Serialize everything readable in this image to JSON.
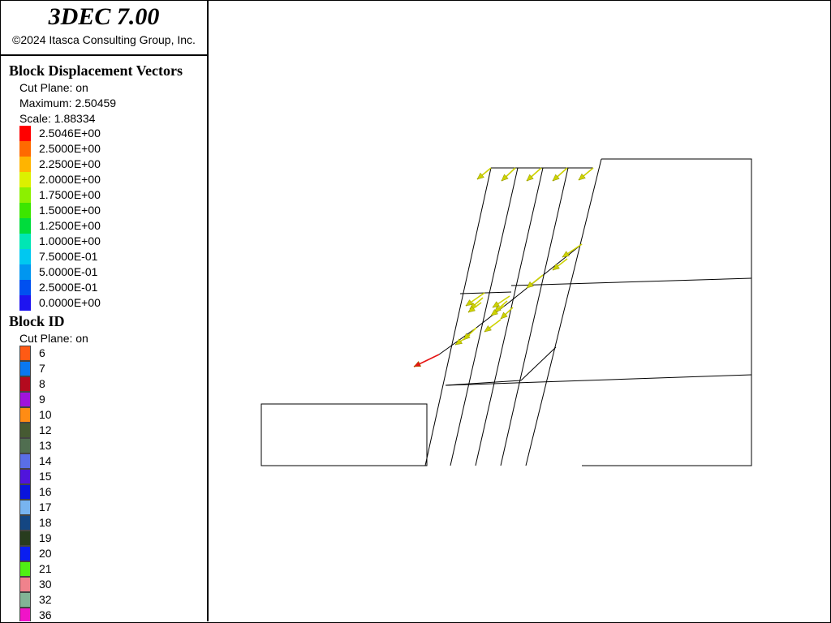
{
  "header": {
    "title": "3DEC 7.00",
    "copyright": "©2024 Itasca Consulting Group, Inc."
  },
  "displacement": {
    "title": "Block Displacement Vectors",
    "cut_plane": "Cut Plane: on",
    "maximum": "Maximum: 2.50459",
    "scale": "Scale: 1.88334",
    "levels": [
      {
        "label": "2.5046E+00",
        "color": "#ff0000"
      },
      {
        "label": "2.5000E+00",
        "color": "#ff6a00"
      },
      {
        "label": "2.2500E+00",
        "color": "#ffb400"
      },
      {
        "label": "2.0000E+00",
        "color": "#dcf000"
      },
      {
        "label": "1.7500E+00",
        "color": "#8cf000"
      },
      {
        "label": "1.5000E+00",
        "color": "#3ce600"
      },
      {
        "label": "1.2500E+00",
        "color": "#00dc3c"
      },
      {
        "label": "1.0000E+00",
        "color": "#00e6b4"
      },
      {
        "label": "7.5000E-01",
        "color": "#00c8f0"
      },
      {
        "label": "5.0000E-01",
        "color": "#0096f0"
      },
      {
        "label": "2.5000E-01",
        "color": "#0050f0"
      },
      {
        "label": "0.0000E+00",
        "color": "#1e14f0"
      }
    ]
  },
  "block_id": {
    "title": "Block  ID",
    "cut_plane": "Cut Plane: on",
    "items": [
      {
        "label": "6",
        "color": "#ff5a14"
      },
      {
        "label": "7",
        "color": "#0a78f0"
      },
      {
        "label": "8",
        "color": "#b40a1e"
      },
      {
        "label": "9",
        "color": "#a014dc"
      },
      {
        "label": "10",
        "color": "#ff8c14"
      },
      {
        "label": "12",
        "color": "#465a32"
      },
      {
        "label": "13",
        "color": "#506e50"
      },
      {
        "label": "14",
        "color": "#5a6ee6"
      },
      {
        "label": "15",
        "color": "#5014dc"
      },
      {
        "label": "16",
        "color": "#0a14dc"
      },
      {
        "label": "17",
        "color": "#78b4f0"
      },
      {
        "label": "18",
        "color": "#144682"
      },
      {
        "label": "19",
        "color": "#283c1e"
      },
      {
        "label": "20",
        "color": "#0a1ef0"
      },
      {
        "label": "21",
        "color": "#50f014"
      },
      {
        "label": "30",
        "color": "#f0828c"
      },
      {
        "label": "32",
        "color": "#82b496"
      },
      {
        "label": "36",
        "color": "#f014c8"
      }
    ]
  },
  "model": {
    "arrow_color": "#cdd200",
    "arrow_dark": "#8c8c00",
    "max_arrow_color": "#e61414"
  }
}
